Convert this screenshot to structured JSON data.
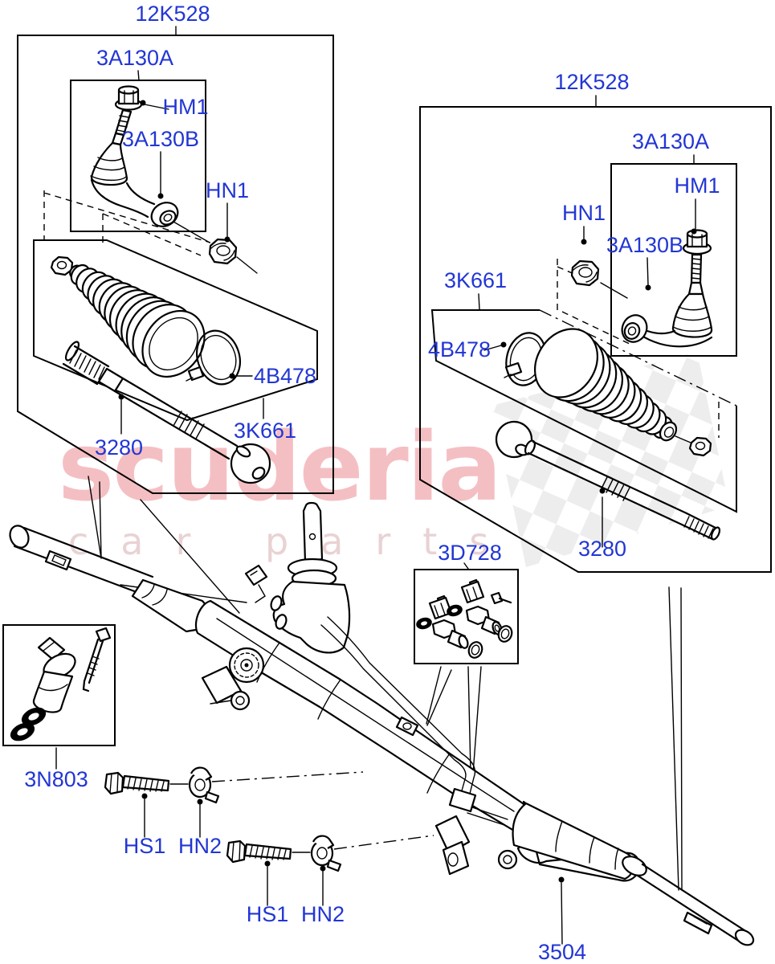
{
  "diagram": {
    "description": "Exploded parts diagram of a power steering gear with tie rod end kits, gear seal kit and steering gear assembly"
  },
  "labels": [
    {
      "id": "kit-left",
      "text": "12K528"
    },
    {
      "id": "tre-box-left",
      "text": "3A130A"
    },
    {
      "id": "hm1-left",
      "text": "HM1"
    },
    {
      "id": "tre-left",
      "text": "3A130B"
    },
    {
      "id": "hn1-left",
      "text": "HN1"
    },
    {
      "id": "clamp-left",
      "text": "4B478"
    },
    {
      "id": "innerrod-left",
      "text": "3280"
    },
    {
      "id": "bootkit-left",
      "text": "3K661"
    },
    {
      "id": "kit-right",
      "text": "12K528"
    },
    {
      "id": "tre-box-right",
      "text": "3A130A"
    },
    {
      "id": "hm1-right",
      "text": "HM1"
    },
    {
      "id": "hn1-right",
      "text": "HN1"
    },
    {
      "id": "tre-right",
      "text": "3A130B"
    },
    {
      "id": "bootkit-right",
      "text": "3K661"
    },
    {
      "id": "clamp-right",
      "text": "4B478"
    },
    {
      "id": "innerrod-right",
      "text": "3280"
    },
    {
      "id": "sealkit",
      "text": "3D728"
    },
    {
      "id": "pinionseal",
      "text": "3N803"
    },
    {
      "id": "bolt-a",
      "text": "HS1"
    },
    {
      "id": "nut-a",
      "text": "HN2"
    },
    {
      "id": "bolt-b",
      "text": "HS1"
    },
    {
      "id": "nut-b",
      "text": "HN2"
    },
    {
      "id": "steering-gear",
      "text": "3504"
    }
  ],
  "watermark": {
    "brand": "scuderia",
    "word1": "car",
    "word2": "parts"
  },
  "colors": {
    "label_blue": "#2236d4",
    "line": "#000000",
    "watermark_pink": "#f3b9bd",
    "watermark_gray": "#d8aeb1",
    "flag_gray": "#e4e4e4",
    "background": "#ffffff"
  }
}
